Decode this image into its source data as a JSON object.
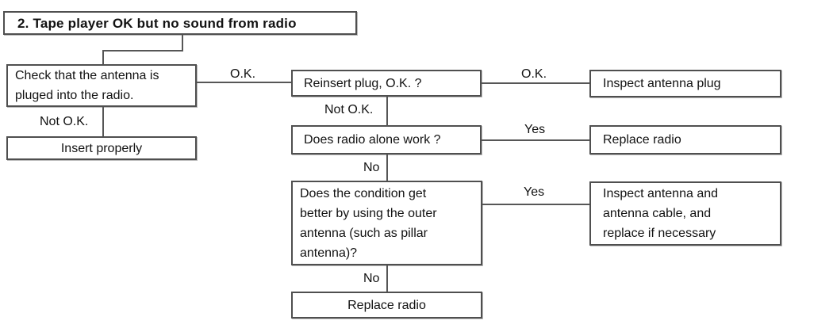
{
  "diagram": {
    "type": "flowchart",
    "title": "2. Tape player OK but no sound from radio",
    "colors": {
      "background": "#ffffff",
      "box_fill": "#ffffff",
      "box_border": "#4f4f4f",
      "line": "#565656",
      "text": "#121212"
    },
    "nodes": {
      "start": {
        "label": "2. Tape player OK but no sound from radio"
      },
      "check_antenna": {
        "label": "Check that the antenna is\npluged into the radio."
      },
      "insert_properly": {
        "label": "Insert properly"
      },
      "reinsert_plug": {
        "label": "Reinsert plug, O.K. ?"
      },
      "inspect_antenna_plug": {
        "label": "Inspect antenna plug"
      },
      "radio_alone_work": {
        "label": "Does radio alone work ?"
      },
      "replace_radio_1": {
        "label": "Replace radio"
      },
      "outer_antenna_condition": {
        "label": "Does the condition get\nbetter by using the outer\nantenna (such as pillar\nantenna)?"
      },
      "inspect_antenna_cable": {
        "label": "Inspect antenna and\nantenna cable, and\nreplace if necessary"
      },
      "replace_radio_2": {
        "label": "Replace radio"
      }
    },
    "edges": [
      {
        "from": "start",
        "to": "check_antenna",
        "label": ""
      },
      {
        "from": "check_antenna",
        "to": "reinsert_plug",
        "label": "O.K."
      },
      {
        "from": "check_antenna",
        "to": "insert_properly",
        "label": "Not O.K."
      },
      {
        "from": "reinsert_plug",
        "to": "inspect_antenna_plug",
        "label": "O.K."
      },
      {
        "from": "reinsert_plug",
        "to": "radio_alone_work",
        "label": "Not O.K."
      },
      {
        "from": "radio_alone_work",
        "to": "replace_radio_1",
        "label": "Yes"
      },
      {
        "from": "radio_alone_work",
        "to": "outer_antenna_condition",
        "label": "No"
      },
      {
        "from": "outer_antenna_condition",
        "to": "inspect_antenna_cable",
        "label": "Yes"
      },
      {
        "from": "outer_antenna_condition",
        "to": "replace_radio_2",
        "label": "No"
      }
    ]
  }
}
